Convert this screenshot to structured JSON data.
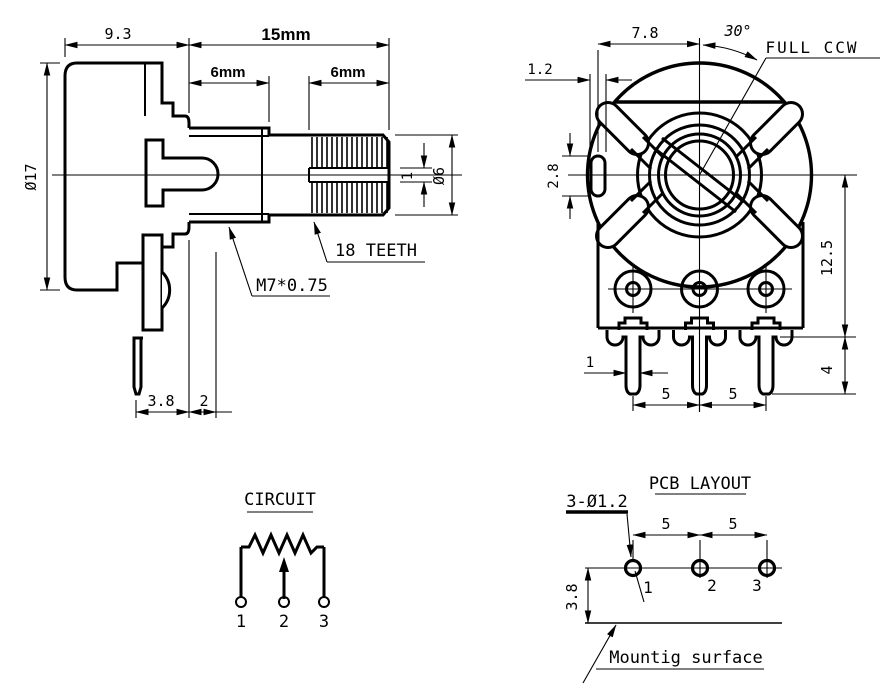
{
  "side_view": {
    "dim_depth": "9.3",
    "dim_shaft_total": "15mm",
    "dim_bushing_len": "6mm",
    "dim_knurl_len": "6mm",
    "dim_body_dia": "Ø17",
    "dim_shaft_dia": "Ø6",
    "dim_slot_width": "1",
    "label_teeth": "18 TEETH",
    "label_thread": "M7*0.75",
    "dim_leg_offset": "3.8",
    "dim_tab_offset": "2"
  },
  "front_view": {
    "dim_center_to_tab": "7.8",
    "dim_rotation_angle": "30°",
    "label_rotation": "FULL CCW",
    "dim_tab_width": "1.2",
    "dim_tab_height": "2.8",
    "dim_body_height": "12.5",
    "dim_leg_length": "4",
    "dim_leg_width": "1",
    "dim_pitch_left": "5",
    "dim_pitch_right": "5"
  },
  "circuit": {
    "title": "CIRCUIT",
    "pins": [
      "1",
      "2",
      "3"
    ]
  },
  "pcb_layout": {
    "title": "PCB LAYOUT",
    "label_holes": "3-Ø1.2",
    "dim_pitch_left": "5",
    "dim_pitch_right": "5",
    "dim_offset": "3.8",
    "pads": [
      "1",
      "2",
      "3"
    ],
    "label_surface": "Mountig surface"
  },
  "colors": {
    "ink": "#000000",
    "paper": "#ffffff"
  }
}
